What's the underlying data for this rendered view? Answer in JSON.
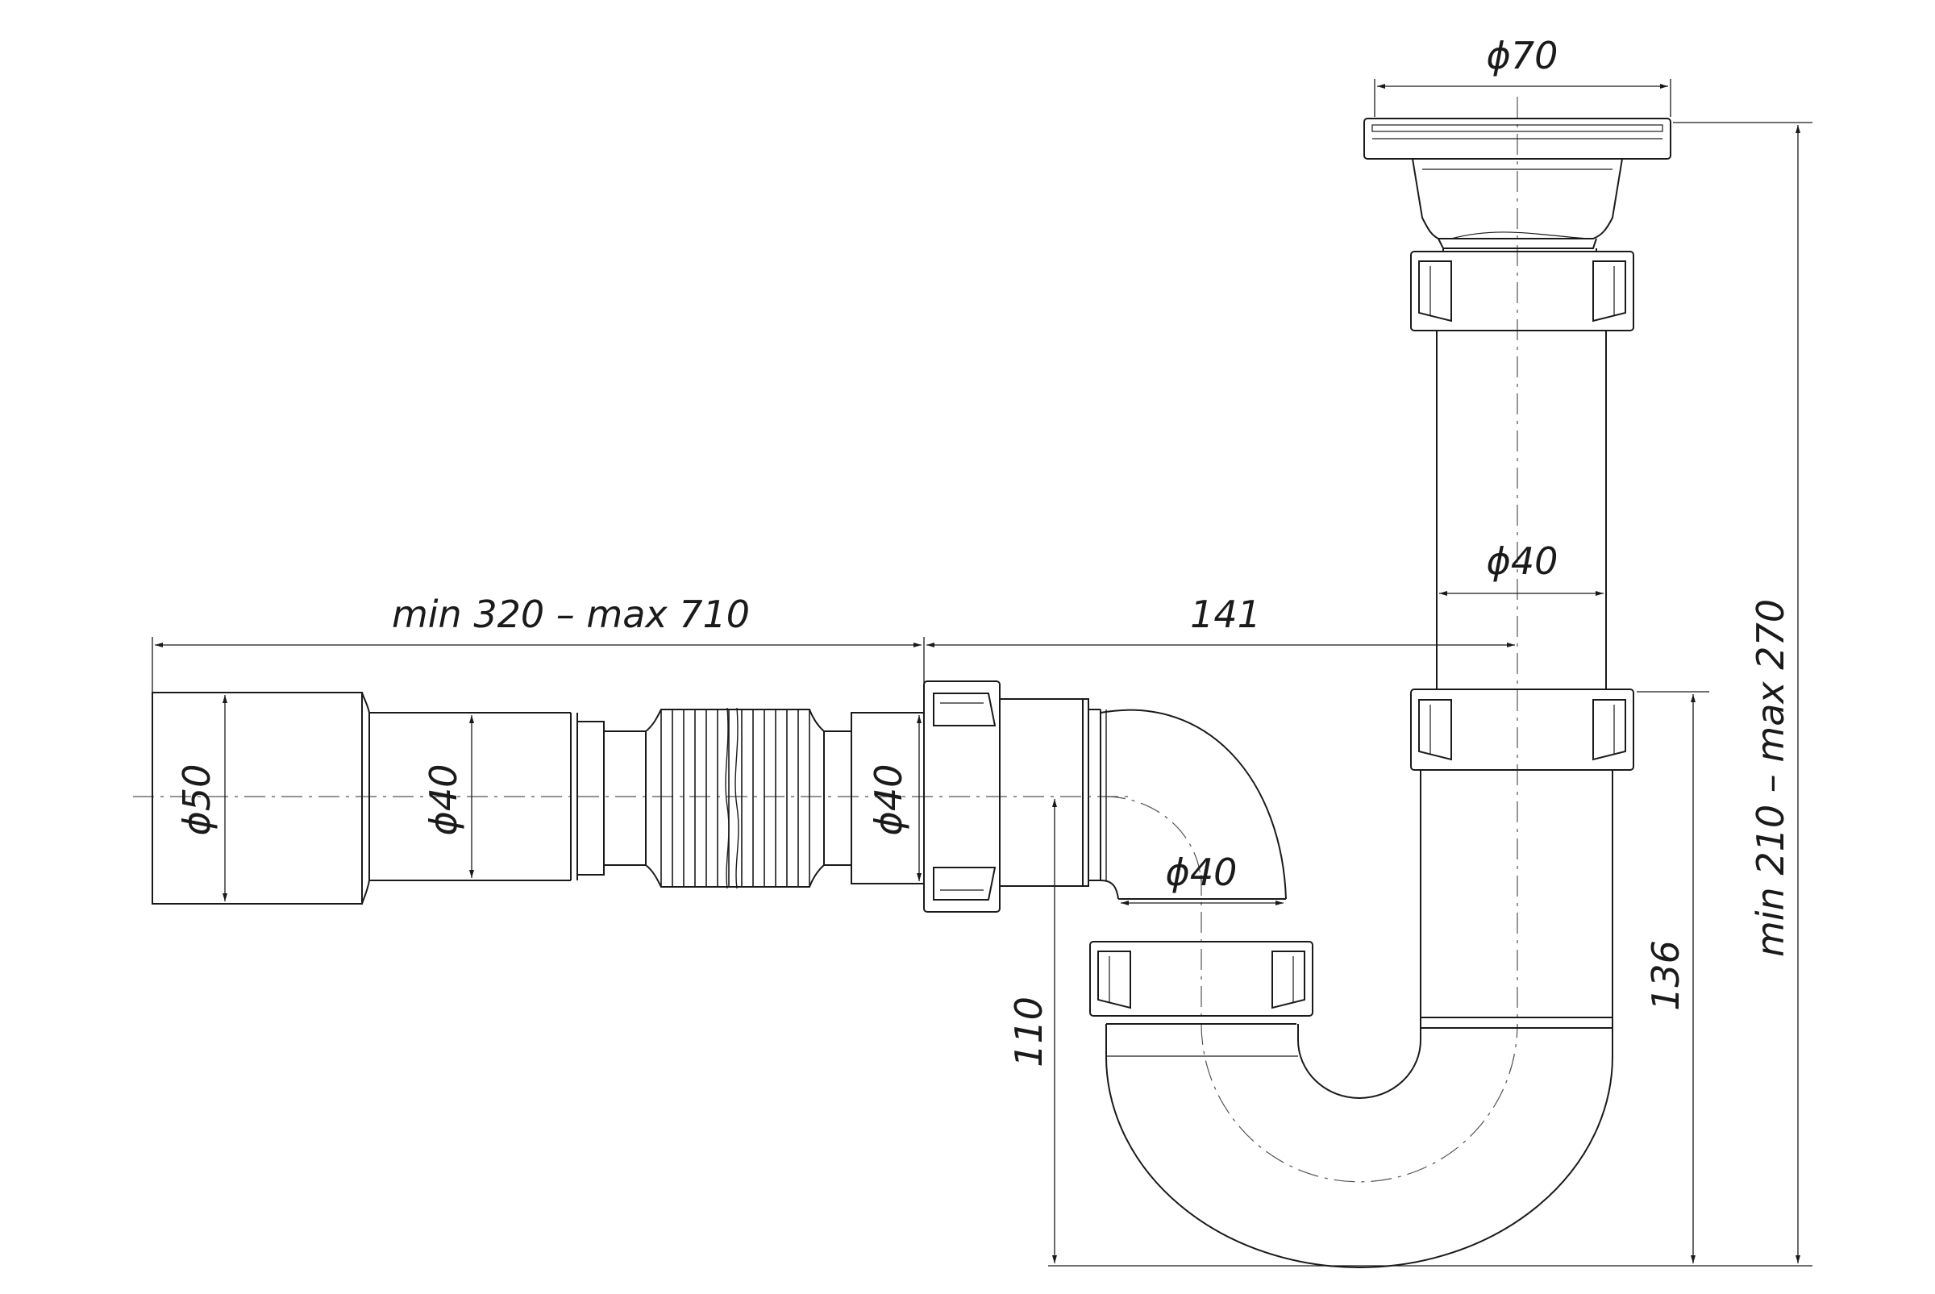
{
  "drawing": {
    "stroke_color": "#1a1a1a",
    "background": "#ffffff",
    "dimensions": {
      "flange_diameter": "ϕ70",
      "riser_diameter": "ϕ40",
      "outlet_length": "min 320 – max 710",
      "horizontal_offset": "141",
      "total_height": "min 210 – max 270",
      "u_bend_height": "136",
      "outlet_height": "110",
      "outlet_end_diameter": "ϕ50",
      "outlet_pipe_diameter": "ϕ40",
      "corrugated_end_diameter": "ϕ40",
      "elbow_diameter": "ϕ40"
    }
  }
}
